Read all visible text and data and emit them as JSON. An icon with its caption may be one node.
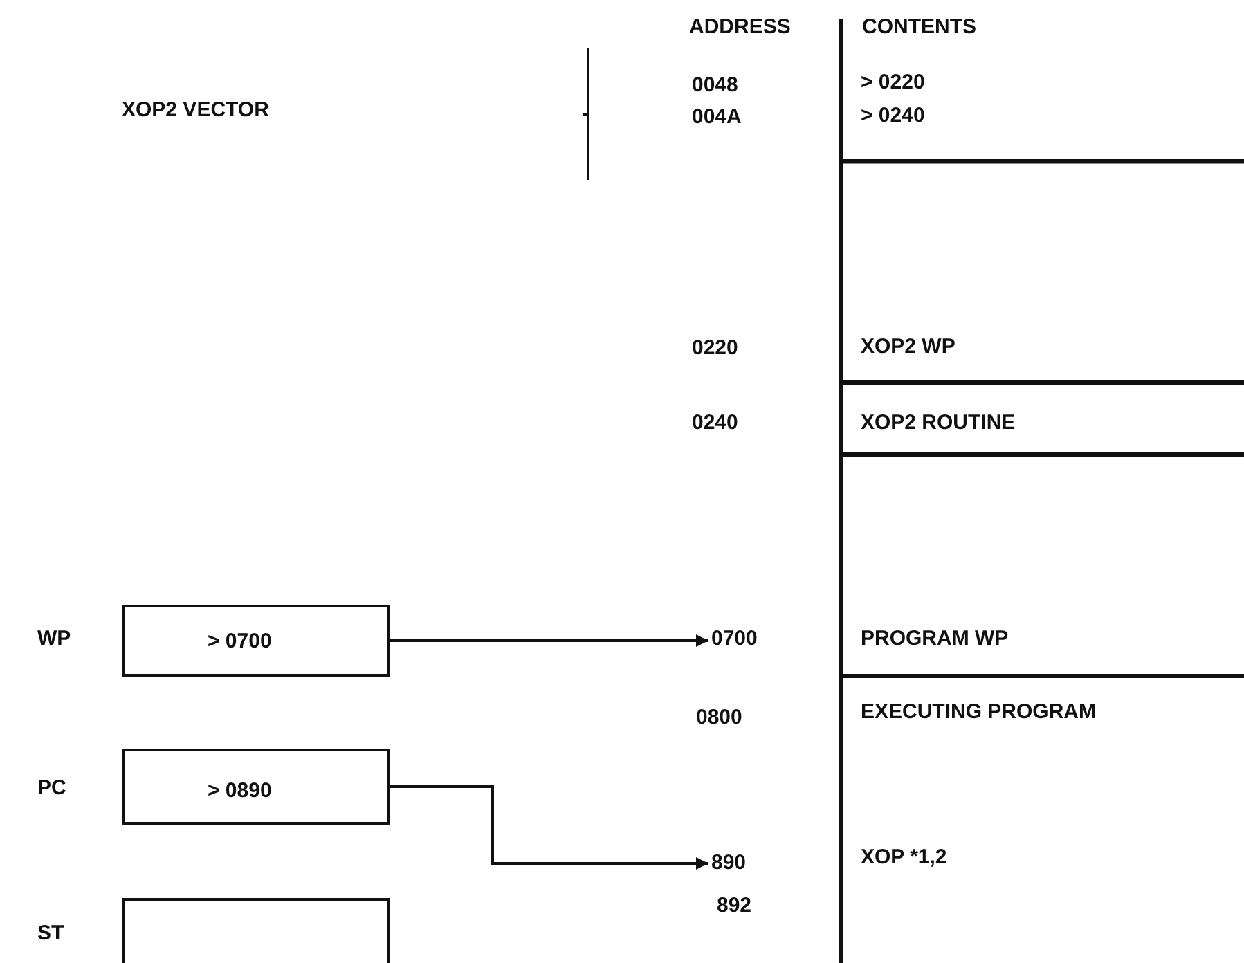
{
  "diagram": {
    "nodes": [
      {
        "text": [
          "> 0220",
          "> 0240"
        ]
      },
      {
        "text": [
          "XOP2 WP"
        ]
      },
      {
        "text": [
          "XOP2 ROUTINE"
        ]
      },
      {
        "text": [
          "> 0700"
        ],
        "beside": [
          "WP"
        ]
      },
      {
        "text": [
          "0700"
        ]
      },
      {
        "text": [
          "PROGRAM WP"
        ]
      },
      {
        "text": [
          "> 0890"
        ],
        "beside": [
          "PC"
        ]
      },
      {
        "text": [
          "EXECUTING PROGRAM",
          "XOP *1,2"
        ]
      },
      {
        "text": [
          "890"
        ]
      },
      {
        "text": [],
        "shape": "box",
        "beside": [
          "ST"
        ]
      }
    ],
    "edges": [
      {
        "from": 3,
        "to": 4,
        "arrow": "to"
      },
      {
        "from": 6,
        "to": 8,
        "arrow": "to"
      }
    ],
    "labels": [
      "ADDRESS",
      "CONTENTS",
      "XOP2 VECTOR",
      "0048",
      "004A",
      "0220",
      "0240",
      "0800",
      "892"
    ]
  }
}
